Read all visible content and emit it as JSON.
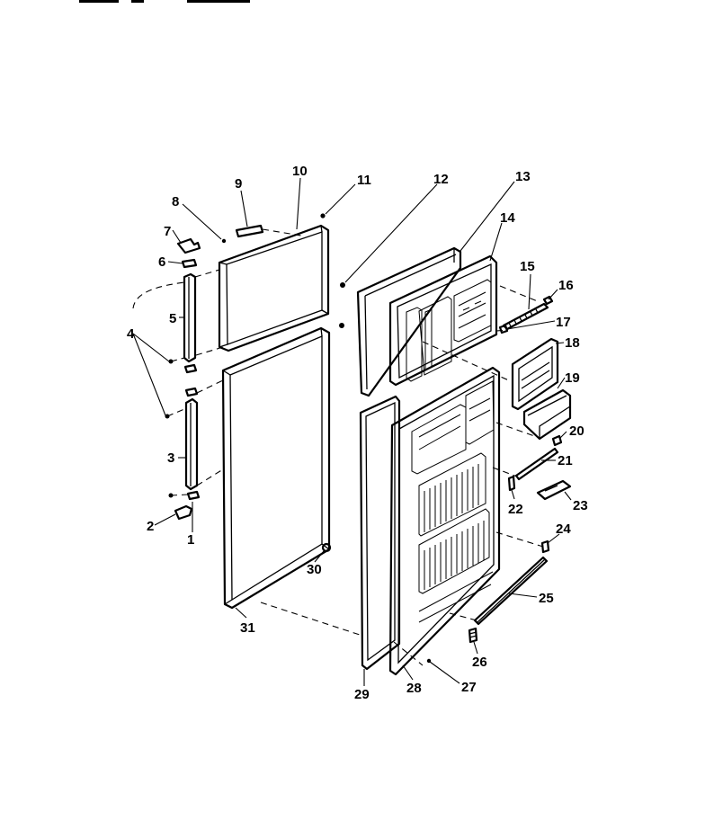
{
  "callouts": [
    {
      "id": "1",
      "label": "1"
    },
    {
      "id": "2",
      "label": "2"
    },
    {
      "id": "3",
      "label": "3"
    },
    {
      "id": "4",
      "label": "4"
    },
    {
      "id": "5",
      "label": "5"
    },
    {
      "id": "6",
      "label": "6"
    },
    {
      "id": "7",
      "label": "7"
    },
    {
      "id": "8",
      "label": "8"
    },
    {
      "id": "9",
      "label": "9"
    },
    {
      "id": "10",
      "label": "10"
    },
    {
      "id": "11",
      "label": "11"
    },
    {
      "id": "12",
      "label": "12"
    },
    {
      "id": "13",
      "label": "13"
    },
    {
      "id": "14",
      "label": "14"
    },
    {
      "id": "15",
      "label": "15"
    },
    {
      "id": "16",
      "label": "16"
    },
    {
      "id": "17",
      "label": "17"
    },
    {
      "id": "18",
      "label": "18"
    },
    {
      "id": "19",
      "label": "19"
    },
    {
      "id": "20",
      "label": "20"
    },
    {
      "id": "21",
      "label": "21"
    },
    {
      "id": "22",
      "label": "22"
    },
    {
      "id": "23",
      "label": "23"
    },
    {
      "id": "24",
      "label": "24"
    },
    {
      "id": "25",
      "label": "25"
    },
    {
      "id": "26",
      "label": "26"
    },
    {
      "id": "27",
      "label": "27"
    },
    {
      "id": "28",
      "label": "28"
    },
    {
      "id": "29",
      "label": "29"
    },
    {
      "id": "30",
      "label": "30"
    },
    {
      "id": "31",
      "label": "31"
    }
  ]
}
